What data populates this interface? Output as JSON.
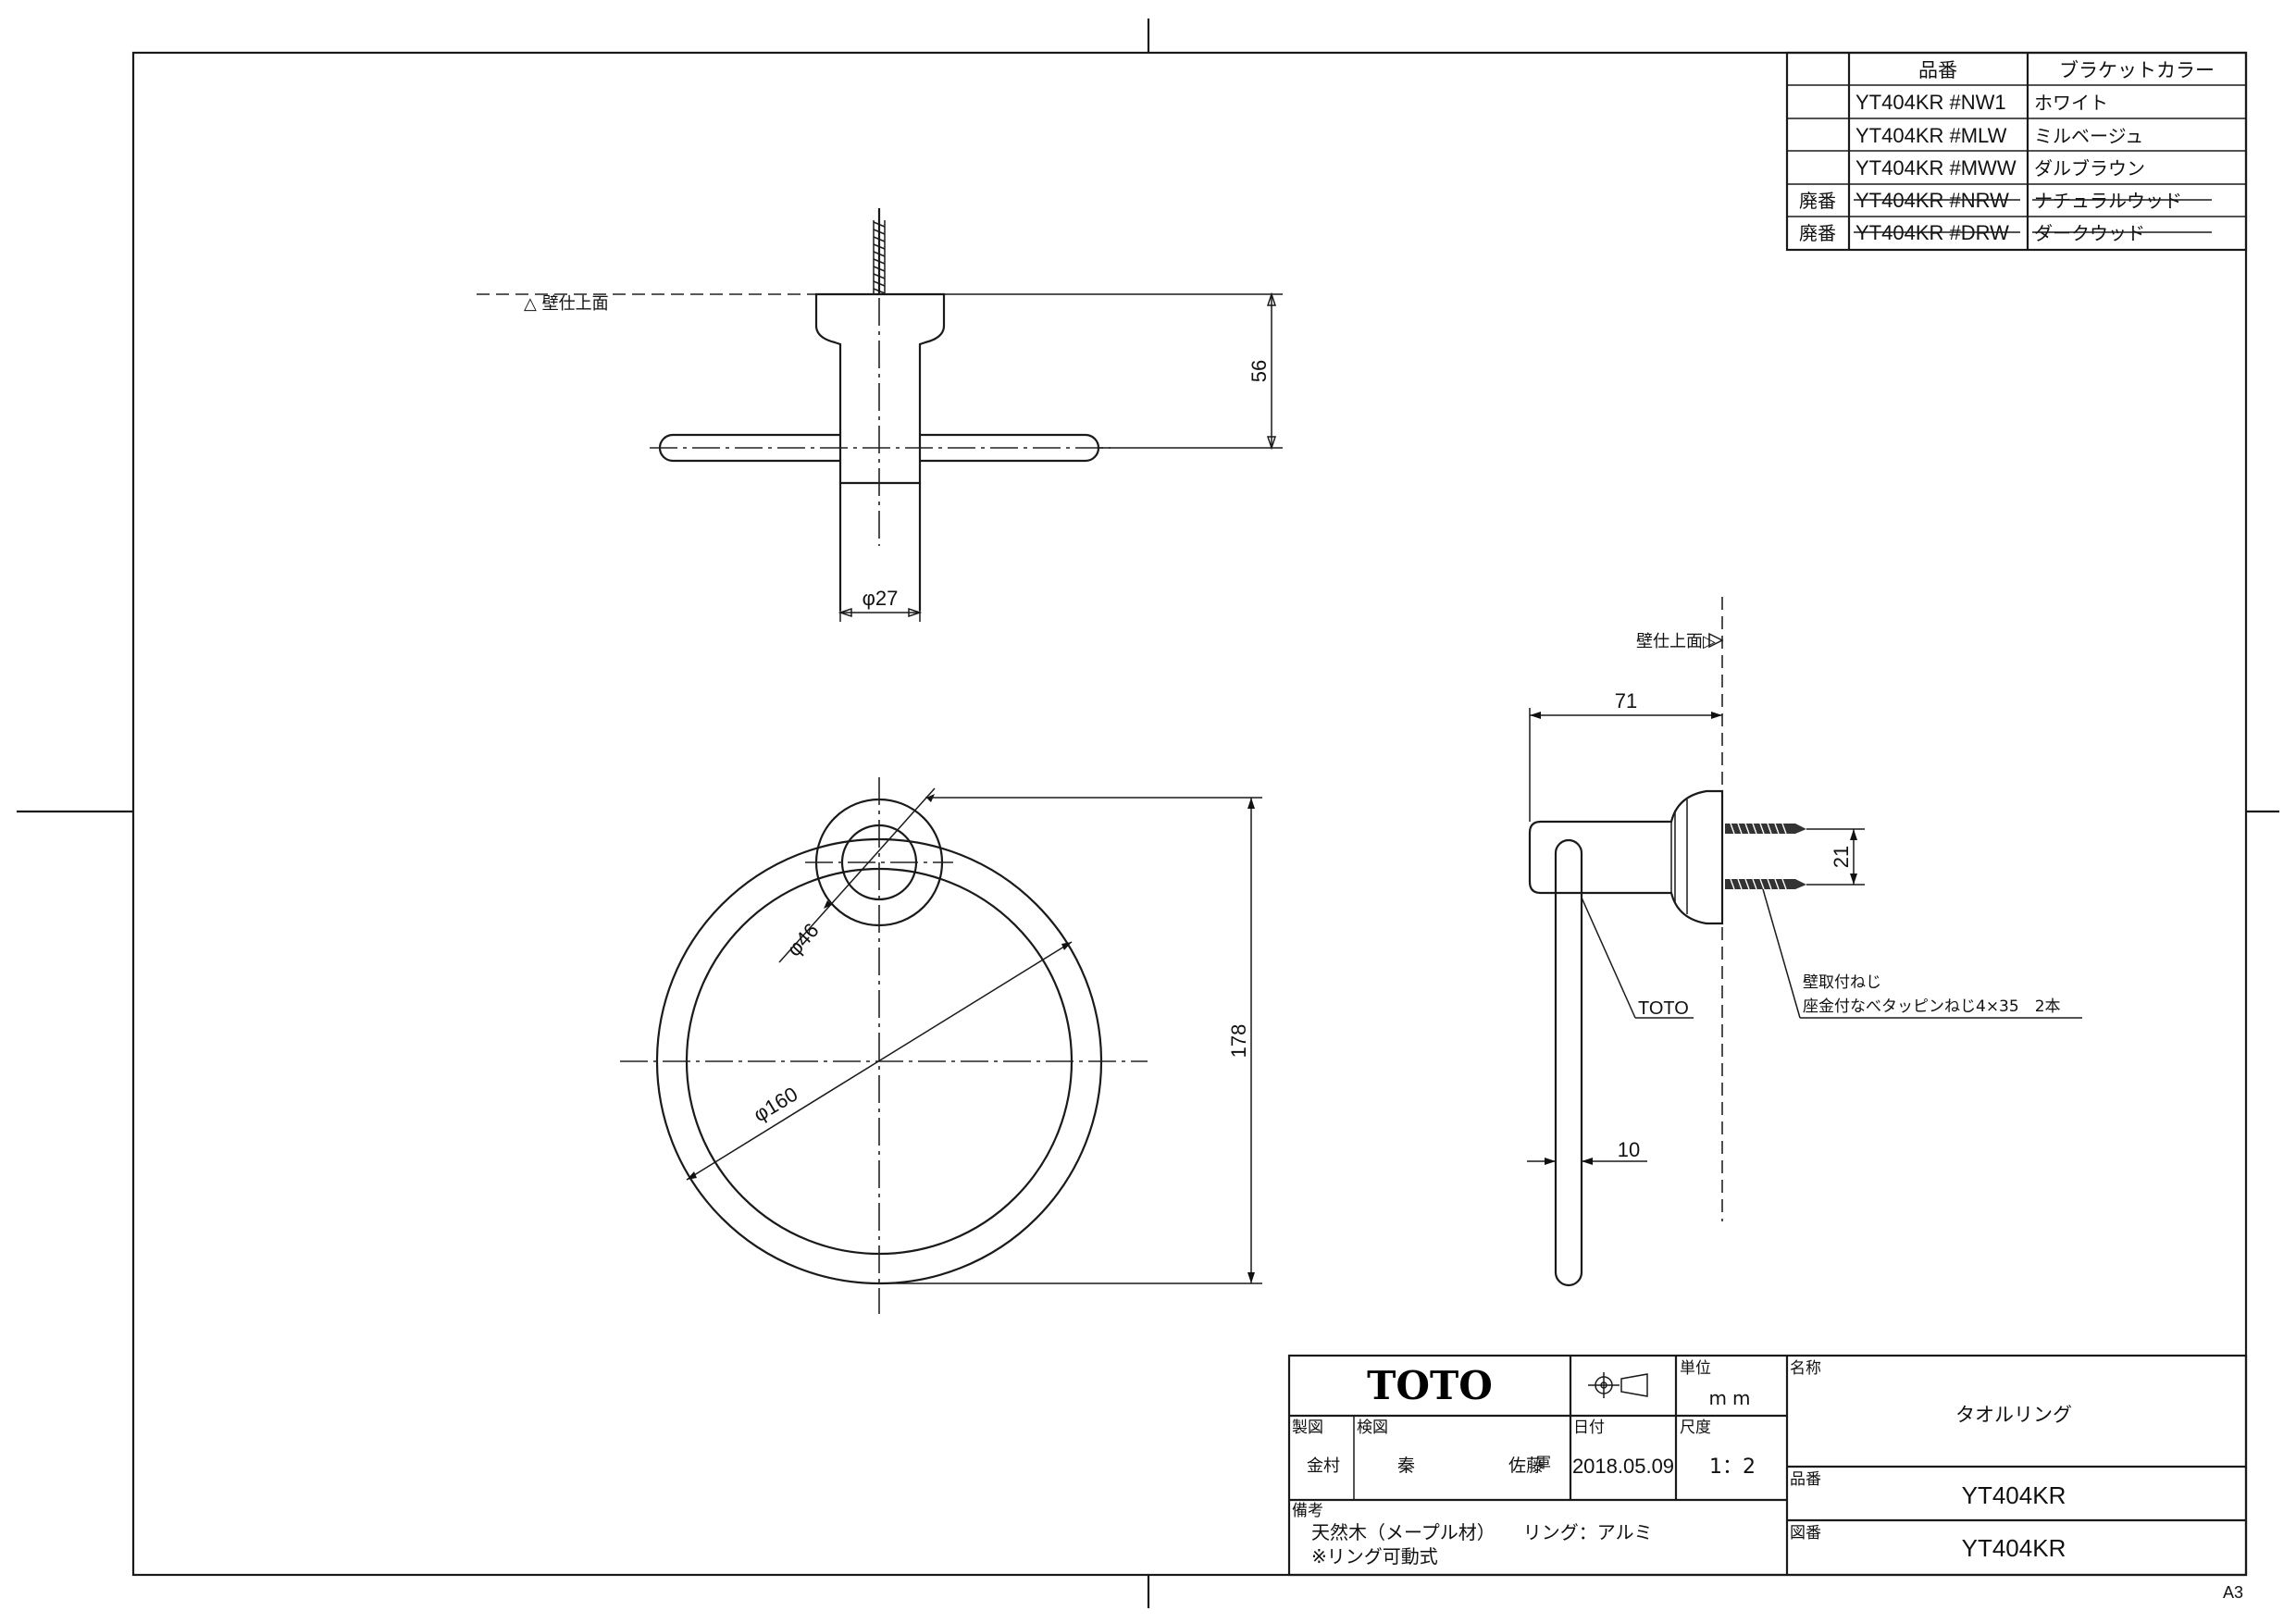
{
  "parts_table": {
    "header": {
      "number": "品番",
      "color": "ブラケットカラー"
    },
    "rows": [
      {
        "status": "",
        "number": "YT404KR #NW1",
        "color": "ホワイト"
      },
      {
        "status": "",
        "number": "YT404KR #MLW",
        "color": "ミルベージュ"
      },
      {
        "status": "",
        "number": "YT404KR #MWW",
        "color": "ダルブラウン"
      },
      {
        "status": "廃番",
        "number": "YT404KR #NRW",
        "color": "ナチュラルウッド"
      },
      {
        "status": "廃番",
        "number": "YT404KR #DRW",
        "color": "ダークウッド"
      }
    ]
  },
  "drawing": {
    "wall_surface_top": "△ 壁仕上面",
    "wall_surface_side": "壁仕上面▷",
    "dims": {
      "d56": "56",
      "d27": "φ27",
      "d178": "178",
      "d46": "φ46",
      "d160": "φ160",
      "d71": "71",
      "d21": "21",
      "d10": "10"
    },
    "brand_callout": "TOTO",
    "screw_note_1": "壁取付ねじ",
    "screw_note_2": "座金付なべタッピンねじ4×35　2本"
  },
  "title_block": {
    "logo": "TOTO",
    "unit_label": "単位",
    "unit": "mm",
    "scale_label": "尺度",
    "scale": "1：2",
    "date_label": "日付",
    "date": "2018.05.09",
    "made_label": "製図",
    "made_by": "金村",
    "check_label": "検図",
    "check_by_1": "秦",
    "check_by_2": "佐藤",
    "stamp_3": "軍",
    "name_label": "名称",
    "name": "タオルリング",
    "number_label": "品番",
    "number": "YT404KR",
    "drawing_no_label": "図番",
    "drawing_no": "YT404KR",
    "remarks_label": "備考",
    "remarks_1": "天然木（メープル材）　　リング：アルミ",
    "remarks_2": "※リング可動式"
  },
  "sheet_size": "A3"
}
